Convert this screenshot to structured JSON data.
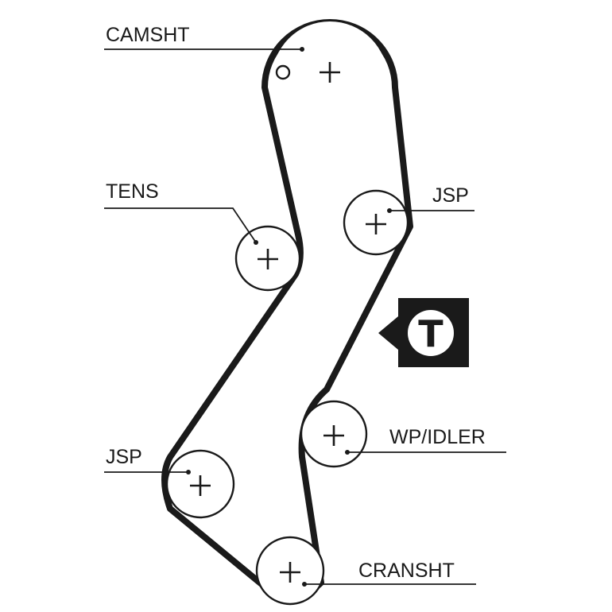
{
  "labels": {
    "camshaft": "CAMSHT",
    "tensioner": "TENS",
    "jsp_upper": "JSP",
    "jsp_lower": "JSP",
    "water_pump_idler": "WP/IDLER",
    "crankshaft": "CRANSHT"
  },
  "tension_marker": {
    "letter": "T"
  },
  "colors": {
    "line": "#1a1a1a",
    "background": "#ffffff"
  }
}
